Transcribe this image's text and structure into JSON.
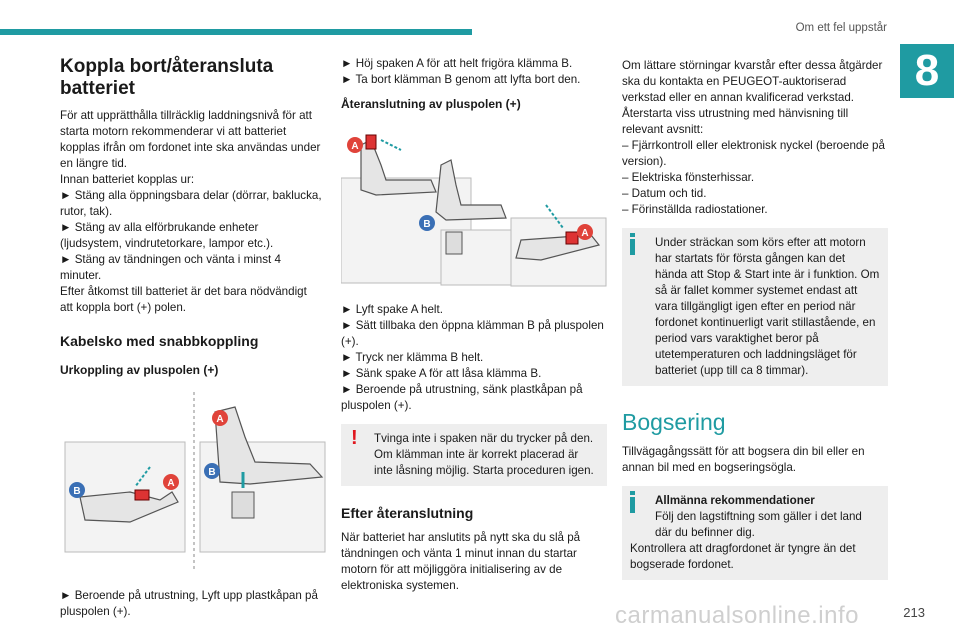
{
  "header": {
    "title": "Om ett fel uppstår",
    "chapter": "8"
  },
  "col1": {
    "heading": "Koppla bort/återansluta batteriet",
    "intro": [
      "För att upprätthålla tillräcklig laddningsnivå för att starta motorn rekommenderar vi att batteriet kopplas ifrån om fordonet inte ska användas under en längre tid.",
      "Innan batteriet kopplas ur:",
      "► Stäng alla öppningsbara delar (dörrar, baklucka, rutor, tak).",
      "► Stäng av alla elförbrukande enheter (ljudsystem, vindrutetorkare, lampor etc.).",
      "► Stäng av tändningen och vänta i minst 4 minuter.",
      "Efter åtkomst till batteriet är det bara nödvändigt att koppla bort (+) polen."
    ],
    "subheading": "Kabelsko med snabbkoppling",
    "subsubheading": "Urkoppling av pluspolen (+)",
    "figure_labels": [
      "A",
      "A",
      "B",
      "B"
    ],
    "after_figure": "► Beroende på utrustning, Lyft upp plastkåpan på pluspolen (+)."
  },
  "col2": {
    "steps_top": [
      "► Höj spaken A för att helt frigöra klämma B.",
      "► Ta bort klämman B genom att lyfta bort den."
    ],
    "subheading": "Återanslutning av pluspolen (+)",
    "figure_labels": [
      "A",
      "B",
      "A"
    ],
    "steps_bottom": [
      "► Lyft spake A helt.",
      "► Sätt tillbaka den öppna klämman B på pluspolen (+).",
      "► Tryck ner klämma B helt.",
      "► Sänk spake A för att låsa klämma B.",
      "► Beroende på utrustning, sänk plastkåpan på pluspolen (+)."
    ],
    "warning": "Tvinga inte i spaken när du trycker på den. Om klämman inte är korrekt placerad är inte låsning möjlig. Starta proceduren igen.",
    "heading2": "Efter återanslutning",
    "after_text": "När batteriet har anslutits på nytt ska du slå på tändningen och vänta 1 minut innan du startar motorn för att möjliggöra initialisering av de elektroniska systemen."
  },
  "col3": {
    "intro": [
      "Om lättare störningar kvarstår efter dessa åtgärder ska du kontakta en PEUGEOT-auktoriserad verkstad eller en annan kvalificerad verkstad.",
      "Återstarta viss utrustning med hänvisning till relevant avsnitt:",
      "– Fjärrkontroll eller elektronisk nyckel (beroende på version).",
      "– Elektriska fönsterhissar.",
      "– Datum och tid.",
      "– Förinställda radiostationer."
    ],
    "info1": "Under sträckan som körs efter att motorn har startats för första gången kan det hända att Stop & Start inte är i funktion. Om så är fallet kommer systemet endast att vara tillgängligt igen efter en period när fordonet kontinuerligt varit stillastående, en period vars varaktighet beror på utetemperaturen och laddningsläget för batteriet (upp till ca 8 timmar).",
    "heading": "Bogsering",
    "heading_text": "Tillvägagångssätt för att bogsera din bil eller en annan bil med en bogseringsögla.",
    "info2_title": "Allmänna rekommendationer",
    "info2_lines": [
      "Följ den lagstiftning som gäller i det land där du befinner dig.",
      "Kontrollera att dragfordonet är tyngre än det bogserade fordonet."
    ]
  },
  "page_number": "213",
  "watermark": "carmanualsonline.info",
  "colors": {
    "accent": "#1f9ba2",
    "warning": "#e0161e",
    "box_bg": "#eeeeee",
    "tag": "#e0433a",
    "tag_blue": "#3a6fb5"
  }
}
